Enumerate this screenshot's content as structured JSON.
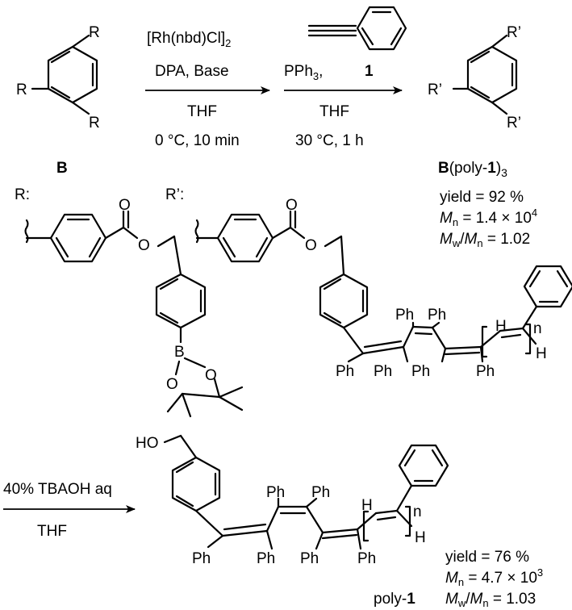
{
  "step1": {
    "reagent_line1": "[Rh(nbd)Cl]",
    "reagent_line1_sub": "2",
    "reagent_line2": "DPA, Base",
    "solvent": "THF",
    "conditions": "0 °C, 10 min"
  },
  "step2": {
    "reagent_pph": "PPh",
    "reagent_pph_sub": "3",
    "reagent_pph_comma": ",",
    "monomer_label": "1",
    "solvent": "THF",
    "conditions": "30 °C, 1 h"
  },
  "core": {
    "substituent": "R",
    "label": "B"
  },
  "product": {
    "substituent": "R’",
    "label_bold": "B",
    "label_paren": "(poly-",
    "label_bold_num": "1",
    "label_close": ")",
    "label_sub": "3",
    "yield_text": "yield = 92 %",
    "mn_italic": "M",
    "mn_sub": "n",
    "mn_value": " = 1.4 × 10",
    "mn_exp": "4",
    "pdi_m1": "M",
    "pdi_sub1": "w",
    "pdi_slash": "/",
    "pdi_m2": "M",
    "pdi_sub2": "n",
    "pdi_value": " = 1.02"
  },
  "legend": {
    "r_label": "R:",
    "rp_label": "R’:"
  },
  "atoms": {
    "o": "O",
    "b": "B",
    "h": "H",
    "n": "n",
    "ph": "Ph",
    "ho": "HO"
  },
  "step3": {
    "reagent": "40% TBAOH aq",
    "solvent": "THF"
  },
  "final": {
    "label_prefix": "poly-",
    "label_bold": "1",
    "yield_text": "yield = 76 %",
    "mn_italic": "M",
    "mn_sub": "n",
    "mn_value": " = 4.7 × 10",
    "mn_exp": "3",
    "pdi_m1": "M",
    "pdi_sub1": "w",
    "pdi_slash": "/",
    "pdi_m2": "M",
    "pdi_sub2": "n",
    "pdi_value": " = 1.03"
  }
}
